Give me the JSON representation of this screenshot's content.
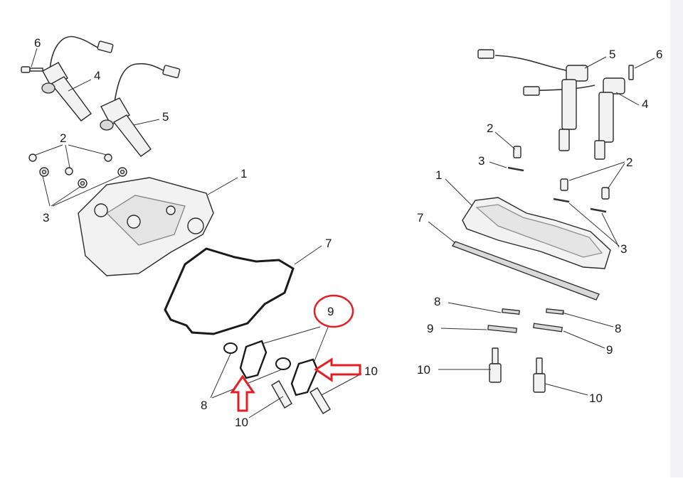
{
  "left_view": {
    "callouts": [
      {
        "label": "6"
      },
      {
        "label": "4"
      },
      {
        "label": "5"
      },
      {
        "label": "2"
      },
      {
        "label": "3"
      },
      {
        "label": "1"
      },
      {
        "label": "7"
      },
      {
        "label": "9"
      },
      {
        "label": "10"
      },
      {
        "label": "8"
      },
      {
        "label": "10"
      }
    ]
  },
  "right_view": {
    "callouts": [
      {
        "label": "5"
      },
      {
        "label": "6"
      },
      {
        "label": "4"
      },
      {
        "label": "2"
      },
      {
        "label": "3"
      },
      {
        "label": "2"
      },
      {
        "label": "1"
      },
      {
        "label": "7"
      },
      {
        "label": "3"
      },
      {
        "label": "8"
      },
      {
        "label": "8"
      },
      {
        "label": "9"
      },
      {
        "label": "9"
      },
      {
        "label": "10"
      },
      {
        "label": "10"
      }
    ]
  },
  "highlight": {
    "color": "#e31e24"
  }
}
